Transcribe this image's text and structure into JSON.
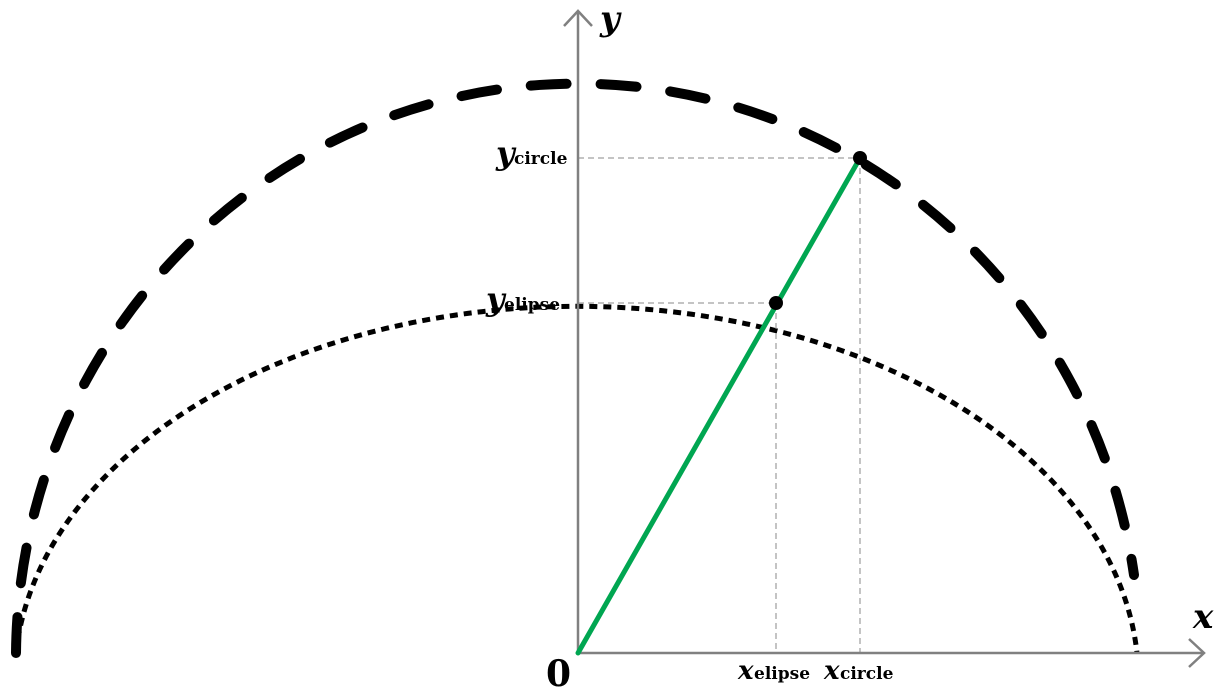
{
  "labels": {
    "y_axis": "y",
    "x_axis": "x",
    "origin": "0",
    "y_circle_var": "y",
    "y_circle_sub": "circle",
    "y_elipse_var": "y",
    "y_elipse_sub": "elipse",
    "x_elipse_var": "x",
    "x_elipse_sub": "elipse",
    "x_circle_var": "x",
    "x_circle_sub": "circle"
  },
  "colors": {
    "axis": "#808080",
    "curve": "#000000",
    "radius_line": "#00a651",
    "guide": "#888888",
    "point": "#000000"
  }
}
